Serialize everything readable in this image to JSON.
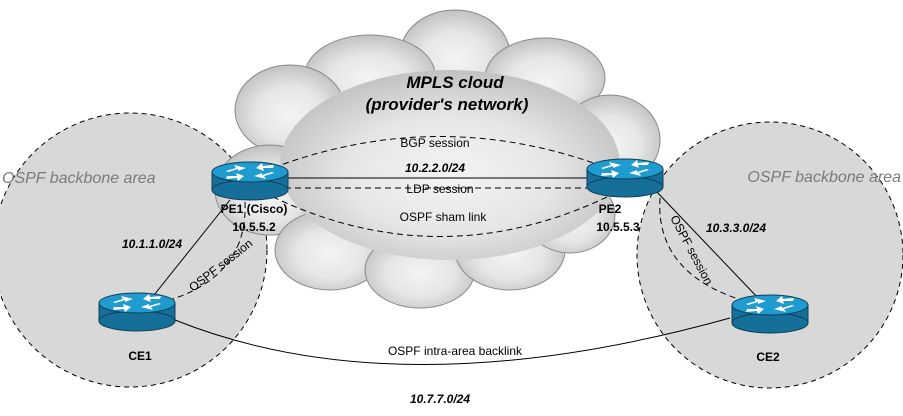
{
  "cloud": {
    "title": "MPLS cloud",
    "subtitle": "(provider's network)"
  },
  "areas": {
    "left": "OSPF backbone area",
    "right": "OSPF backbone area"
  },
  "routers": {
    "pe1": {
      "name": "PE1 (Cisco)",
      "ip": "10.5.5.2"
    },
    "pe2": {
      "name": "PE2",
      "ip": "10.5.5.3"
    },
    "ce1": {
      "name": "CE1"
    },
    "ce2": {
      "name": "CE2"
    }
  },
  "links": {
    "bgp": "BGP session",
    "pe_net": "10.2.2.0/24",
    "ldp": "LDP session",
    "sham": "OSPF sham link",
    "ce1_net": "10.1.1.0/24",
    "ce1_ospf": "OSPF session",
    "ce2_net": "10.3.3.0/24",
    "ce2_ospf": "OSPF session",
    "backlink": "OSPF intra-area backlink",
    "backlink_net": "10.7.7.0/24"
  },
  "colors": {
    "area_fill": "#d8d8d8",
    "cloud_fill": "#c9c9c9",
    "cloud_shade": "#ededed",
    "router_top": "#1f9bcf",
    "router_side": "#166f98"
  },
  "icons": {
    "router": "router-icon"
  }
}
